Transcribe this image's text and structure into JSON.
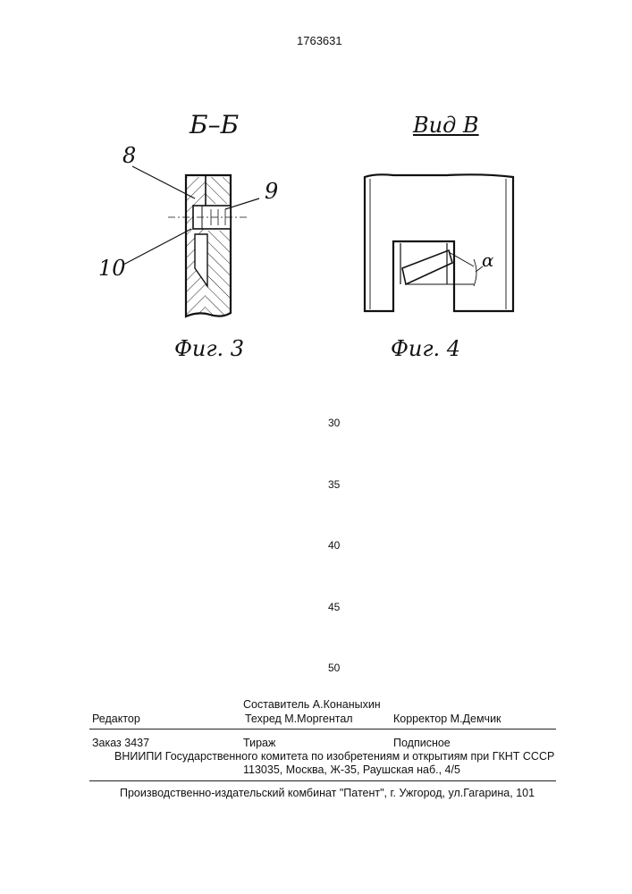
{
  "patent_number": "1763631",
  "figures": {
    "section": {
      "title": "Б–Б",
      "caption": "Фиг. 3",
      "labels": [
        "8",
        "9",
        "10"
      ]
    },
    "view": {
      "title": "Вид В",
      "caption": "Фиг. 4",
      "angle_label": "α"
    }
  },
  "line_numbers": [
    "30",
    "35",
    "40",
    "45",
    "50"
  ],
  "footer": {
    "compiler": "Составитель А.Конаныхин",
    "editor": "Редактор",
    "techred": "Техред М.Моргентал",
    "corrector": "Корректор  М.Демчик",
    "order": "Заказ 3437",
    "circulation": "Тираж",
    "subscription": "Подписное",
    "org": "ВНИИПИ Государственного комитета по изобретениям и открытиям при ГКНТ СССР",
    "address": "113035, Москва, Ж-35, Раушская наб., 4/5",
    "publisher": "Производственно-издательский комбинат \"Патент\", г. Ужгород, ул.Гагарина, 101"
  }
}
